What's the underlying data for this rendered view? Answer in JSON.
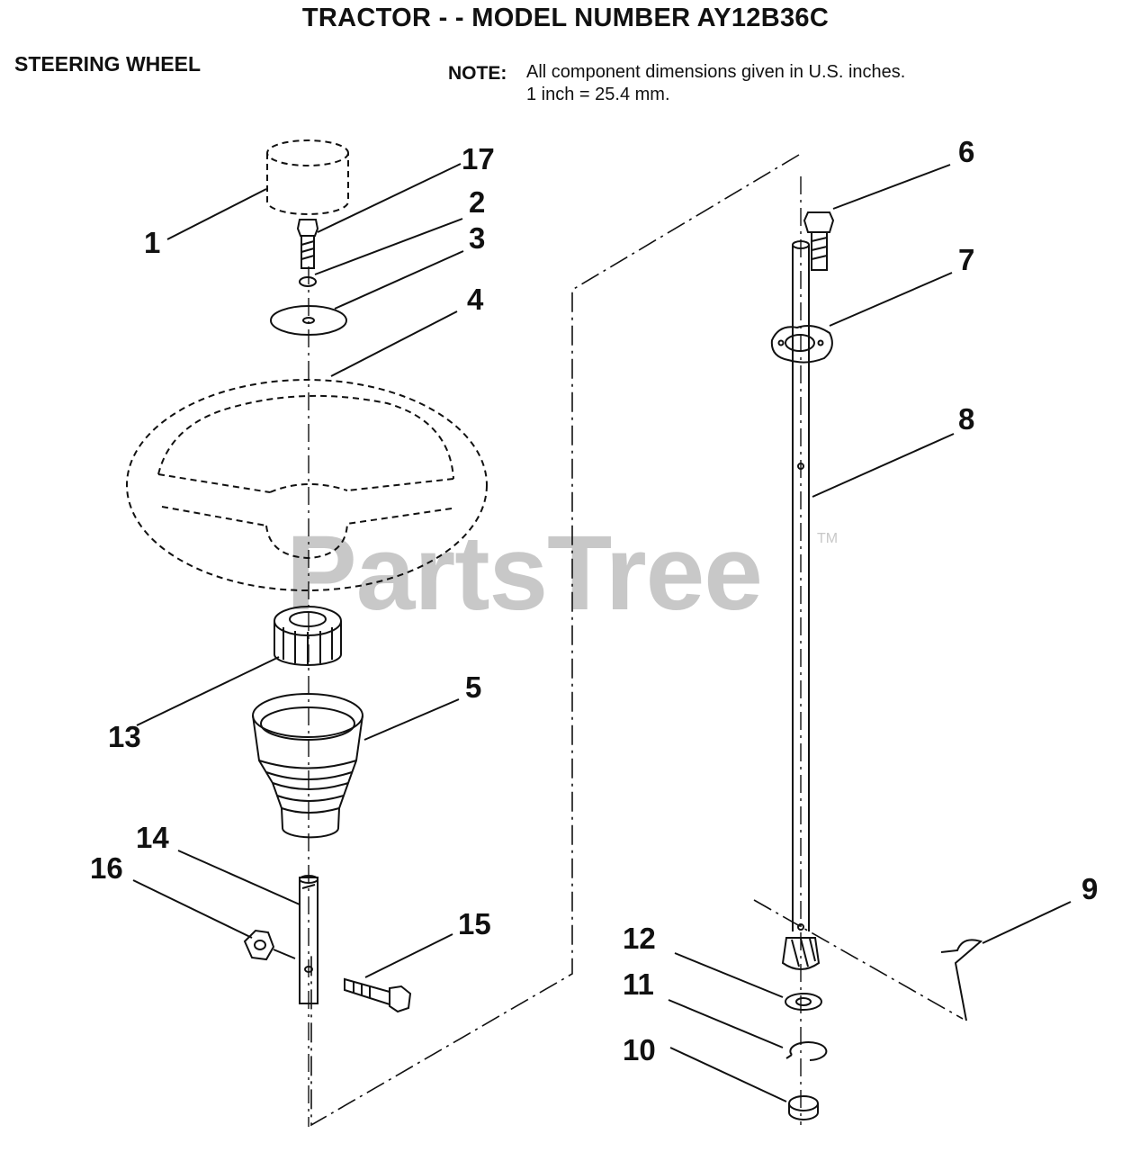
{
  "header": {
    "title": "TRACTOR - - MODEL NUMBER AY12B36C",
    "section": "STEERING WHEEL",
    "note_label": "NOTE:",
    "note_line1": "All component dimensions given in U.S. inches.",
    "note_line2": "1 inch = 25.4 mm."
  },
  "watermark": {
    "text": "PartsTree",
    "tm": "TM"
  },
  "callouts": {
    "c1": "1",
    "c2": "2",
    "c3": "3",
    "c4": "4",
    "c5": "5",
    "c6": "6",
    "c7": "7",
    "c8": "8",
    "c9": "9",
    "c10": "10",
    "c11": "11",
    "c12": "12",
    "c13": "13",
    "c14": "14",
    "c15": "15",
    "c16": "16",
    "c17": "17"
  },
  "colors": {
    "ink": "#111111",
    "watermark": "#c8c8c8"
  }
}
